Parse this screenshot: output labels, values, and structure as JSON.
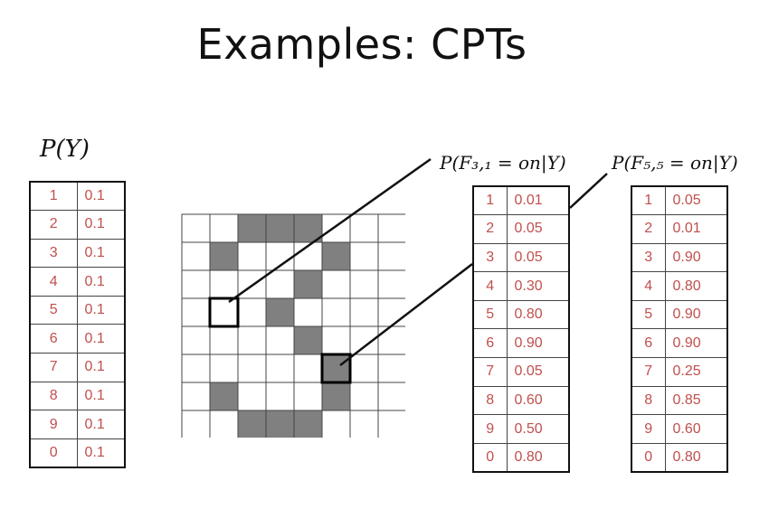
{
  "title": "Examples: CPTs",
  "labels": {
    "py": "P(Y)",
    "f31": "P(F₃,₁ = on|Y)",
    "f55": "P(F₅,₅ = on|Y)"
  },
  "tables": {
    "py": {
      "keys": [
        "1",
        "2",
        "3",
        "4",
        "5",
        "6",
        "7",
        "8",
        "9",
        "0"
      ],
      "values": [
        "0.1",
        "0.1",
        "0.1",
        "0.1",
        "0.1",
        "0.1",
        "0.1",
        "0.1",
        "0.1",
        "0.1"
      ]
    },
    "f31": {
      "keys": [
        "1",
        "2",
        "3",
        "4",
        "5",
        "6",
        "7",
        "8",
        "9",
        "0"
      ],
      "values": [
        "0.01",
        "0.05",
        "0.05",
        "0.30",
        "0.80",
        "0.90",
        "0.05",
        "0.60",
        "0.50",
        "0.80"
      ]
    },
    "f55": {
      "keys": [
        "1",
        "2",
        "3",
        "4",
        "5",
        "6",
        "7",
        "8",
        "9",
        "0"
      ],
      "values": [
        "0.05",
        "0.01",
        "0.90",
        "0.80",
        "0.90",
        "0.90",
        "0.25",
        "0.85",
        "0.60",
        "0.80"
      ]
    }
  },
  "grid": {
    "rows": 8,
    "cols": 8,
    "filled": [
      [
        0,
        2
      ],
      [
        0,
        3
      ],
      [
        0,
        4
      ],
      [
        1,
        1
      ],
      [
        1,
        5
      ],
      [
        2,
        4
      ],
      [
        3,
        3
      ],
      [
        4,
        4
      ],
      [
        5,
        5
      ],
      [
        6,
        1
      ],
      [
        6,
        5
      ],
      [
        7,
        2
      ],
      [
        7,
        3
      ],
      [
        7,
        4
      ]
    ],
    "highlighted": [
      [
        3,
        1
      ],
      [
        5,
        5
      ]
    ],
    "fill_color": "#808080",
    "line_color": "#444444"
  }
}
